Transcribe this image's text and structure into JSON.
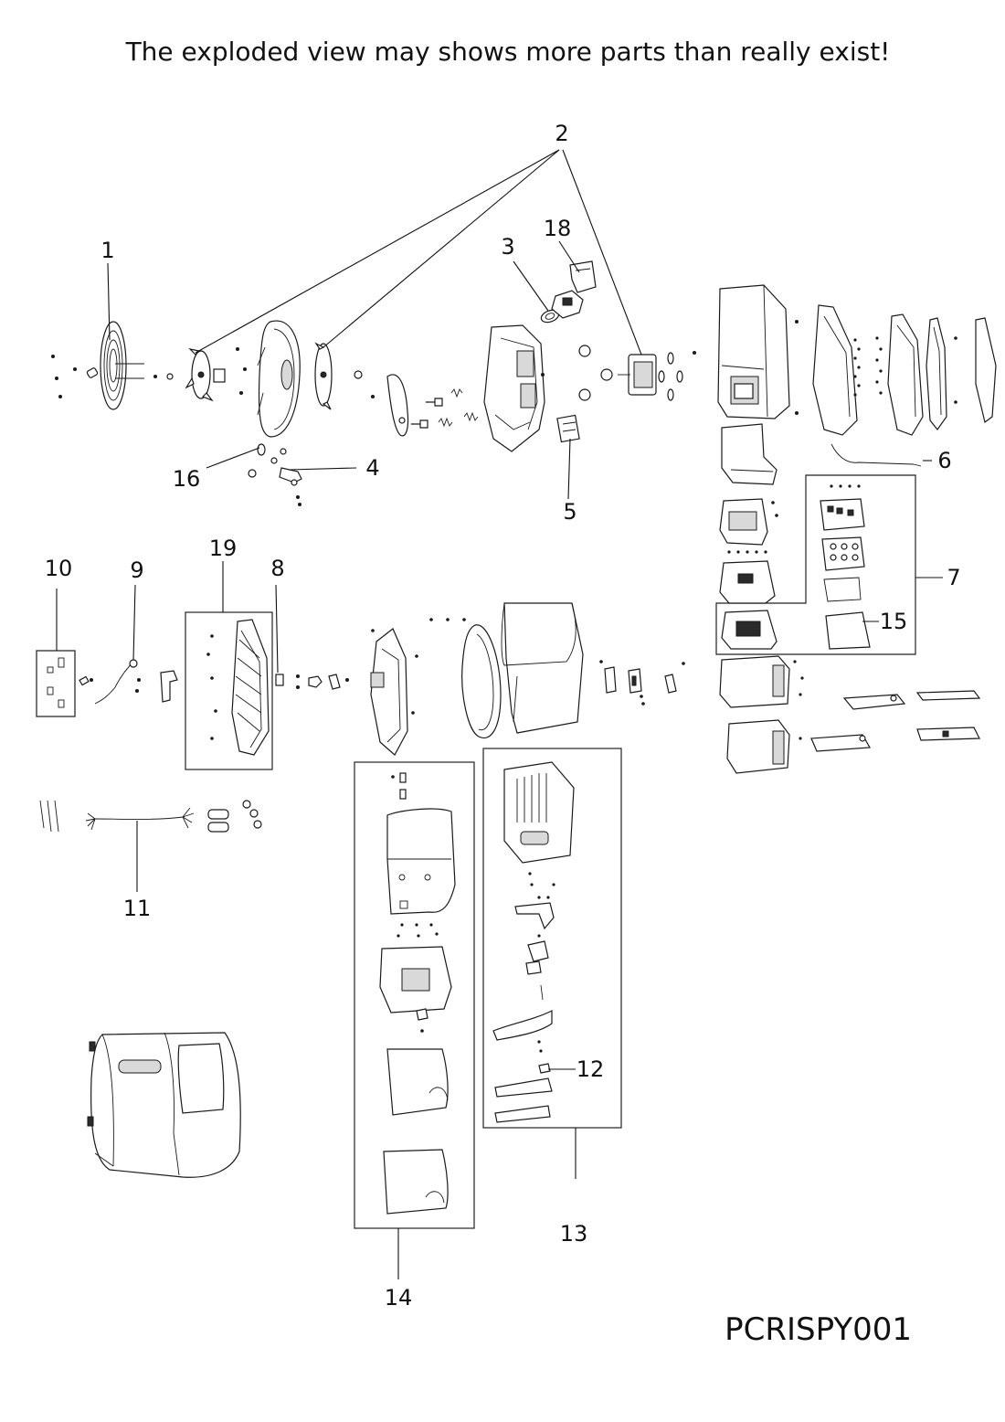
{
  "notice": "The exploded view may shows more parts than really exist!",
  "model_code": "PCRISPY001",
  "callouts": [
    {
      "id": "1",
      "label": "1"
    },
    {
      "id": "2",
      "label": "2"
    },
    {
      "id": "3",
      "label": "3"
    },
    {
      "id": "4",
      "label": "4"
    },
    {
      "id": "5",
      "label": "5"
    },
    {
      "id": "6",
      "label": "6"
    },
    {
      "id": "7",
      "label": "7"
    },
    {
      "id": "8",
      "label": "8"
    },
    {
      "id": "9",
      "label": "9"
    },
    {
      "id": "10",
      "label": "10"
    },
    {
      "id": "11",
      "label": "11"
    },
    {
      "id": "12",
      "label": "12"
    },
    {
      "id": "13",
      "label": "13"
    },
    {
      "id": "14",
      "label": "14"
    },
    {
      "id": "15",
      "label": "15"
    },
    {
      "id": "16",
      "label": "16"
    },
    {
      "id": "18",
      "label": "18"
    },
    {
      "id": "19",
      "label": "19"
    }
  ]
}
